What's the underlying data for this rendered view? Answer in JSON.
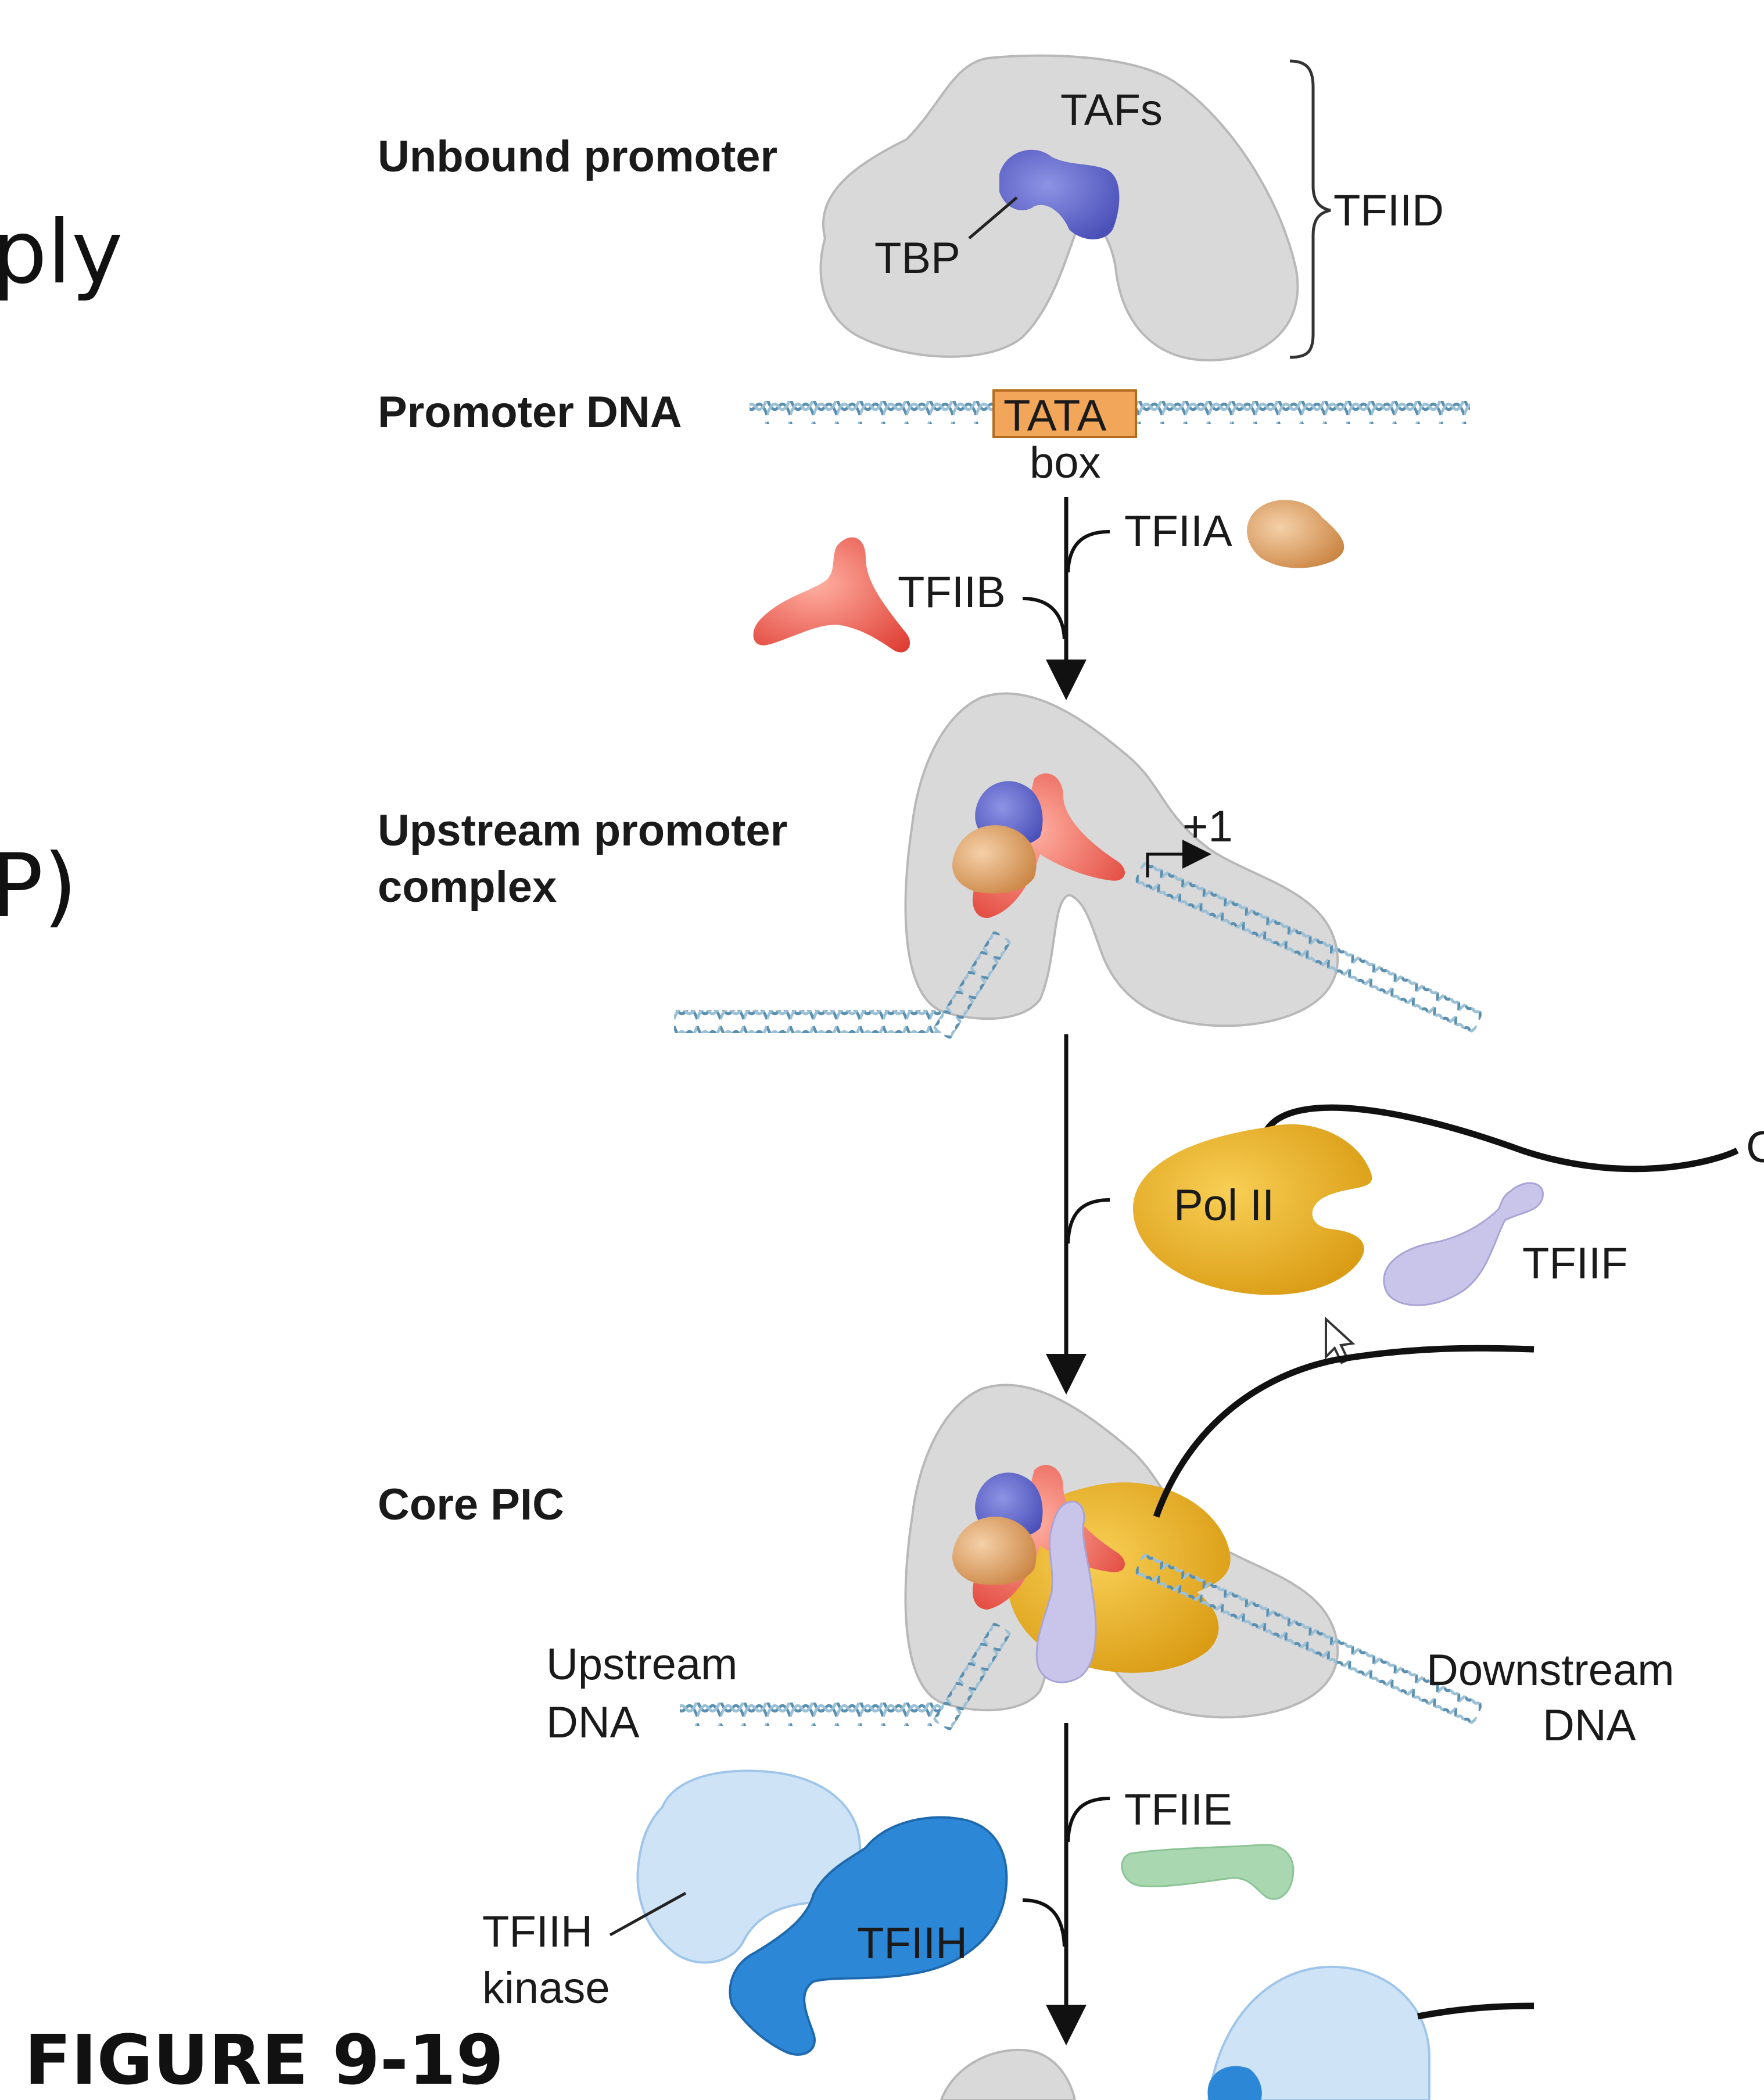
{
  "slide_fragments": {
    "top": "ply",
    "middle": "P)"
  },
  "figure_label": "FIGURE 9-19",
  "stages": {
    "unbound": "Unbound promoter",
    "promoter_dna": "Promoter DNA",
    "upstream_line1": "Upstream promoter",
    "upstream_line2": "complex",
    "core_pic": "Core PIC"
  },
  "parts": {
    "tafs": "TAFs",
    "tbp": "TBP",
    "tfiid": "TFIID",
    "tata": "TATA",
    "box": "box",
    "tfiia": "TFIIA",
    "tfiib": "TFIIB",
    "plus_one": "+1",
    "pol2": "Pol II",
    "tfiif": "TFIIF",
    "ctd_edge": "C",
    "upstream_dna_1": "Upstream",
    "upstream_dna_2": "DNA",
    "downstream_dna_1": "Downstream",
    "downstream_dna_2": "DNA",
    "tfiie": "TFIIE",
    "tfiih": "TFIIH",
    "tfiih_kinase_1": "TFIIH",
    "tfiih_kinase_2": "kinase"
  },
  "colors": {
    "tfiid_gray": "#d9d9d9",
    "tbp_blue": "#5b63c6",
    "tfiia_orange": "#d9935a",
    "tfiib_red": "#e8544a",
    "tata_box": "#f2a65a",
    "pol2_gold": "#e9ac1e",
    "tfiif_lavender": "#c9c5ea",
    "tfiie_green": "#a9d8b0",
    "tfiih_blue": "#2c87d6",
    "tfiih_kinase_lightblue": "#cfe3f6",
    "dna_blue": "#5a8fb0"
  }
}
